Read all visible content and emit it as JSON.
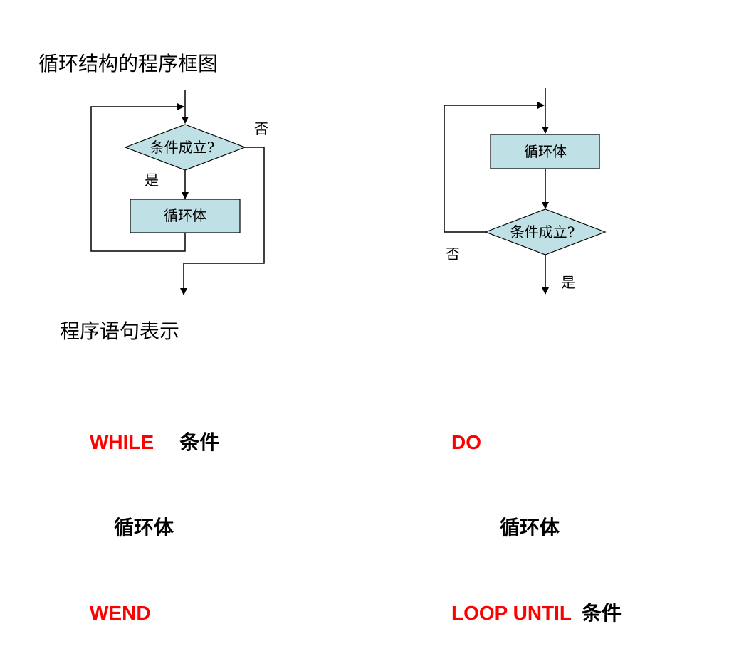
{
  "title": "循环结构的程序框图",
  "subtitle": "程序语句表示",
  "while_diagram": {
    "condition": "条件成立?",
    "body": "循环体",
    "yes": "是",
    "no": "否"
  },
  "until_diagram": {
    "condition": "条件成立?",
    "body": "循环体",
    "yes": "是",
    "no": "否"
  },
  "while_code": {
    "kw_while": "WHILE",
    "condition": "条件",
    "body": "循环体",
    "kw_wend": "WEND"
  },
  "until_code": {
    "kw_do": "DO",
    "body": "循环体",
    "kw_loop_until": "LOOP UNTIL",
    "condition": "条件"
  },
  "colors": {
    "shape_fill": "#bfe0e4",
    "keyword": "#ff0000"
  }
}
